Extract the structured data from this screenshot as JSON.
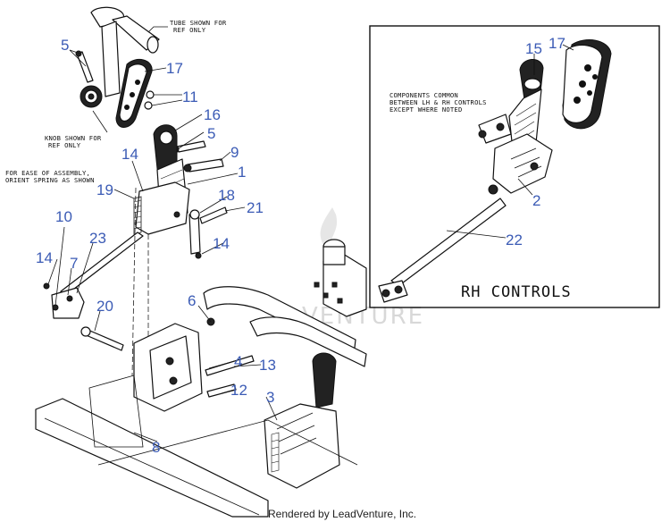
{
  "notes": {
    "tube": [
      "TUBE SHOWN FOR",
      "REF ONLY"
    ],
    "knob": [
      "KNOB SHOWN FOR",
      "REF ONLY"
    ],
    "assembly": [
      "FOR EASE OF ASSEMBLY,",
      "ORIENT SPRING AS SHOWN"
    ],
    "common": [
      "COMPONENTS COMMON",
      "BETWEEN LH & RH CONTROLS",
      "EXCEPT WHERE NOTED"
    ]
  },
  "inset": {
    "title": "RH CONTROLS"
  },
  "watermark": "VENTURE",
  "footer": "Rendered by LeadVenture, Inc.",
  "callouts": {
    "c5a": "5",
    "c17a": "17",
    "c11": "11",
    "c16": "16",
    "c5b": "5",
    "c9": "9",
    "c14a": "14",
    "c1": "1",
    "c19": "19",
    "c18": "18",
    "c21": "21",
    "c14b": "14",
    "c10": "10",
    "c23": "23",
    "c14c": "14",
    "c7": "7",
    "c20": "20",
    "c6": "6",
    "c4": "4",
    "c13": "13",
    "c12": "12",
    "c3": "3",
    "c8": "8",
    "c15": "15",
    "c17b": "17",
    "c2": "2",
    "c22": "22"
  },
  "colors": {
    "callout": "#3b5bb5",
    "line": "#111111"
  }
}
